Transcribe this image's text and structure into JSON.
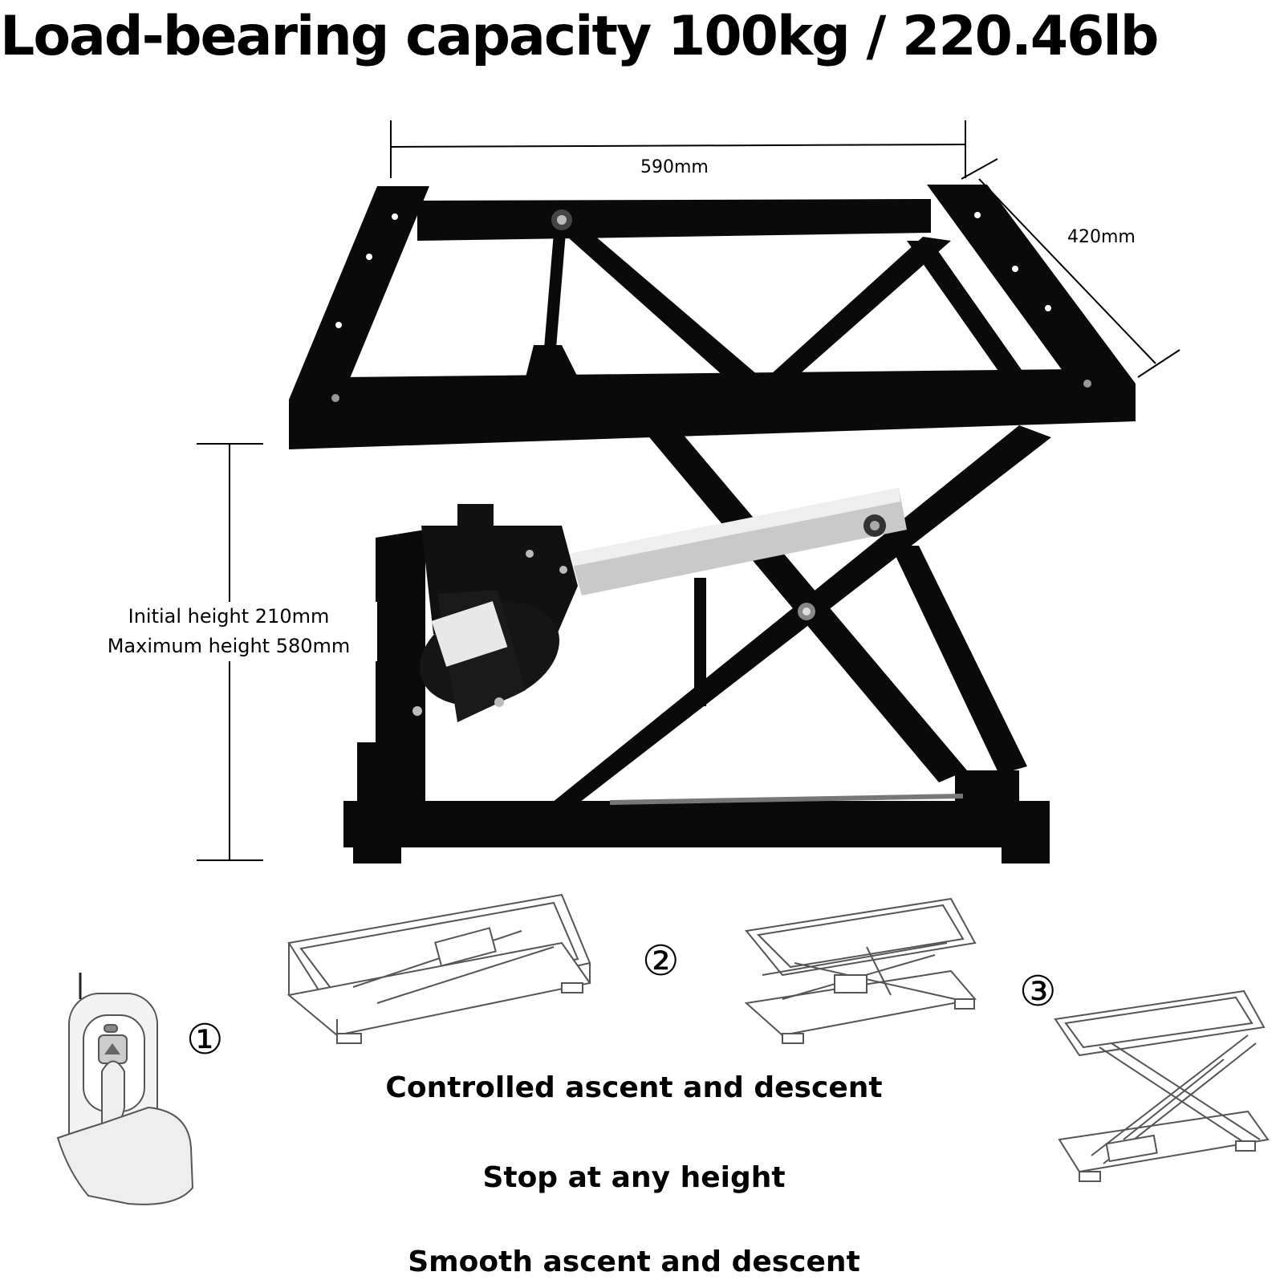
{
  "headline": "Load-bearing capacity 100kg / 220.46lb",
  "dimensions": {
    "width": "590mm",
    "depth": "420mm",
    "initial_height": "Initial height 210mm",
    "maximum_height": "Maximum height 580mm"
  },
  "steps": [
    "①",
    "②",
    "③"
  ],
  "features": [
    "Controlled ascent and descent",
    "Stop at any height",
    "Smooth ascent and descent"
  ]
}
